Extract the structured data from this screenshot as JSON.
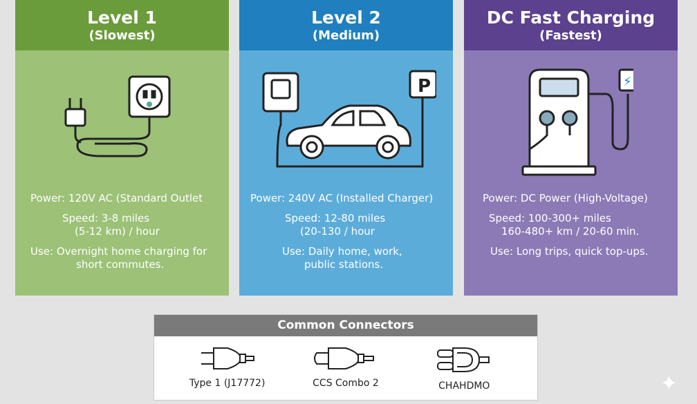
{
  "levels": [
    {
      "title": "Level 1",
      "subtitle": "(Slowest)",
      "power": "Power: 120V AC (Standard Outlet",
      "speed1": "Speed: 3-8 miles",
      "speed2": "(5-12 km) / hour",
      "use1": "Use: Overnight home charging for",
      "use2": "short commutes.",
      "icon": "outlet-plug-icon"
    },
    {
      "title": "Level 2",
      "subtitle": "(Medium)",
      "power": "Power: 240V AC (Installed Charger)",
      "speed1": "Speed: 12-80 miles",
      "speed2": "(20-130 / hour",
      "use1": "Use: Daily home, work,",
      "use2": "public stations.",
      "icon": "car-charger-icon",
      "parking": "P"
    },
    {
      "title": "DC Fast Charging",
      "subtitle": "(Fastest)",
      "power": "Power: DC Power (High-Voltage)",
      "speed1": "Speed: 100-300+ miles",
      "speed2": "160-480+ km / 20-60 min.",
      "use1": "Use: Long trips, quick top-ups.",
      "use2": "",
      "icon": "fast-charger-icon"
    }
  ],
  "connectors": {
    "title": "Common Connectors",
    "items": [
      {
        "label": "Type 1 (J17772)"
      },
      {
        "label": "CCS Combo 2"
      },
      {
        "label": "CHAHDMO"
      }
    ]
  }
}
